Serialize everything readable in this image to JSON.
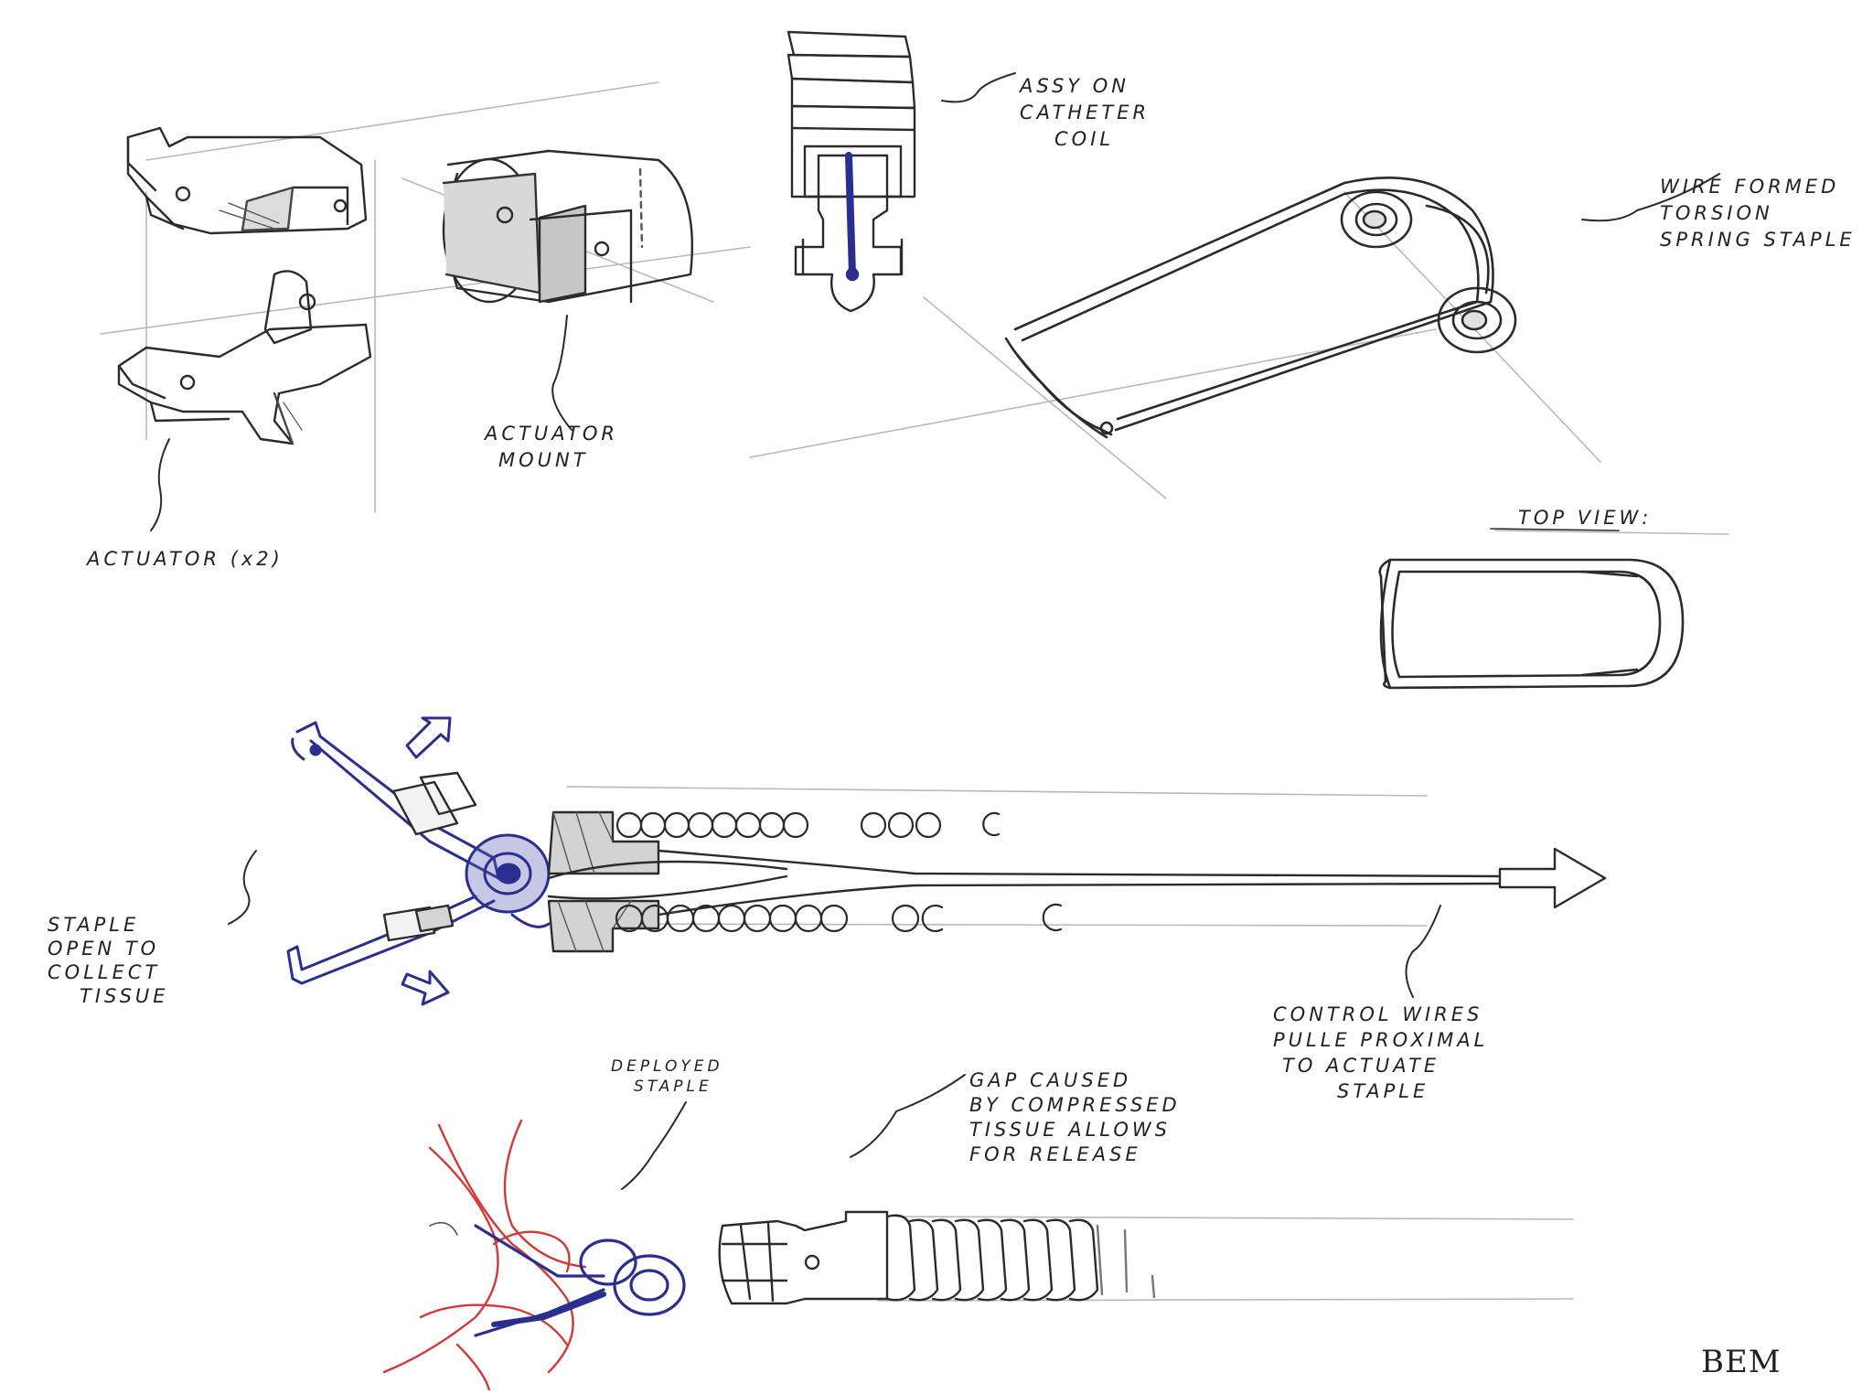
{
  "labels": {
    "assy_on_catheter": [
      "ASSY ON",
      "CATHETER",
      "COIL"
    ],
    "wire_formed": [
      "WIRE FORMED",
      "TORSION",
      "SPRING STAPLE"
    ],
    "actuator_mount": [
      "ACTUATOR",
      "MOUNT"
    ],
    "actuator_x2": "ACTUATOR (x2)",
    "top_view": "TOP VIEW:",
    "staple_open": [
      "STAPLE",
      "OPEN TO",
      "COLLECT",
      "TISSUE"
    ],
    "control_wires": [
      "CONTROL WIRES",
      "PULLE PROXIMAL",
      "TO ACTUATE",
      "STAPLE"
    ],
    "deployed_staple": [
      "DEPLOYED",
      "STAPLE"
    ],
    "gap_caused": [
      "GAP CAUSED",
      "BY COMPRESSED",
      "TISSUE ALLOWS",
      "FOR RELEASE"
    ],
    "signature": "BEM"
  },
  "colors": {
    "ink": "#2b2b2b",
    "light_line": "#b9b9b9",
    "blue_ink": "#2a2f8f",
    "red_ink": "#d23a3a"
  }
}
